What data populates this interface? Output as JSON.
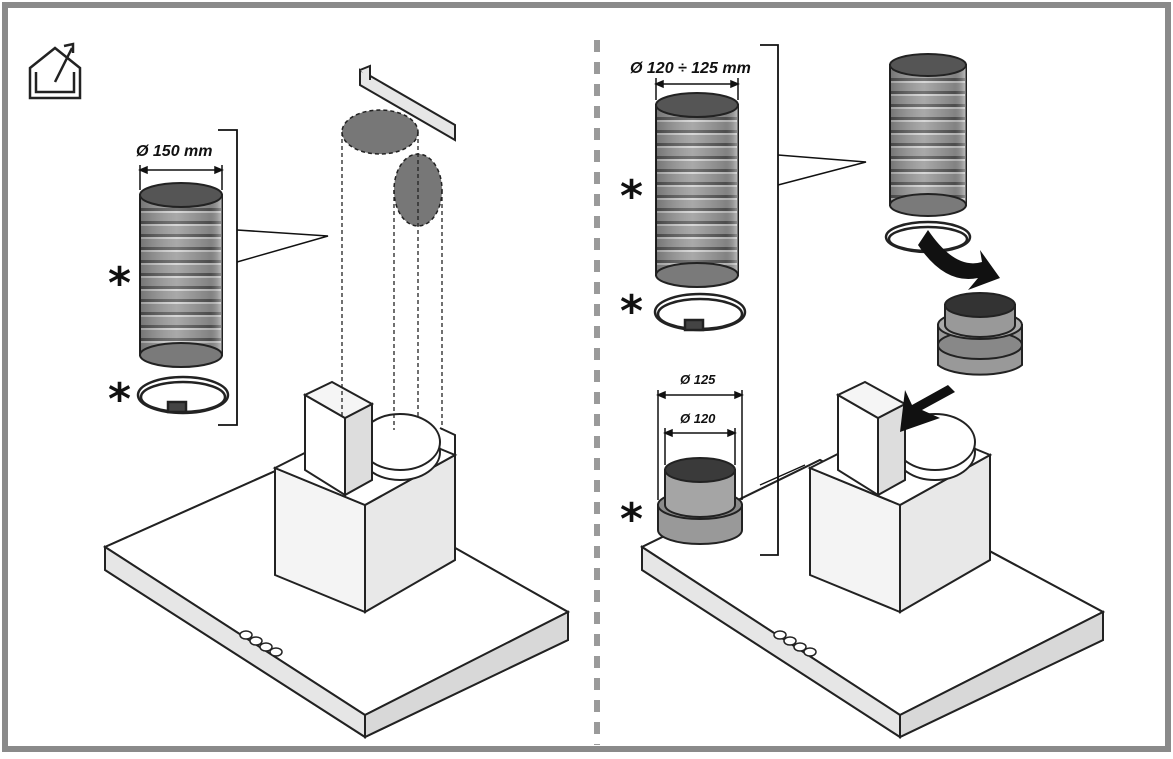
{
  "left_panel": {
    "duct_diameter_label": "Ø 150 mm",
    "optional_marker_1": "*",
    "optional_marker_2": "*"
  },
  "right_panel": {
    "duct_diameter_label": "Ø 120 ÷ 125 mm",
    "adapter_outer_label": "Ø 125",
    "adapter_inner_label": "Ø 120",
    "optional_marker_1": "*",
    "optional_marker_2": "*",
    "optional_marker_3": "*"
  },
  "icons": {
    "top_left": "house-ventilation-icon"
  },
  "colors": {
    "frame_border": "#8a8a8a",
    "divider": "#9a9a9a",
    "duct_fill": "#8e8e8e",
    "hood_outline": "#222222"
  }
}
